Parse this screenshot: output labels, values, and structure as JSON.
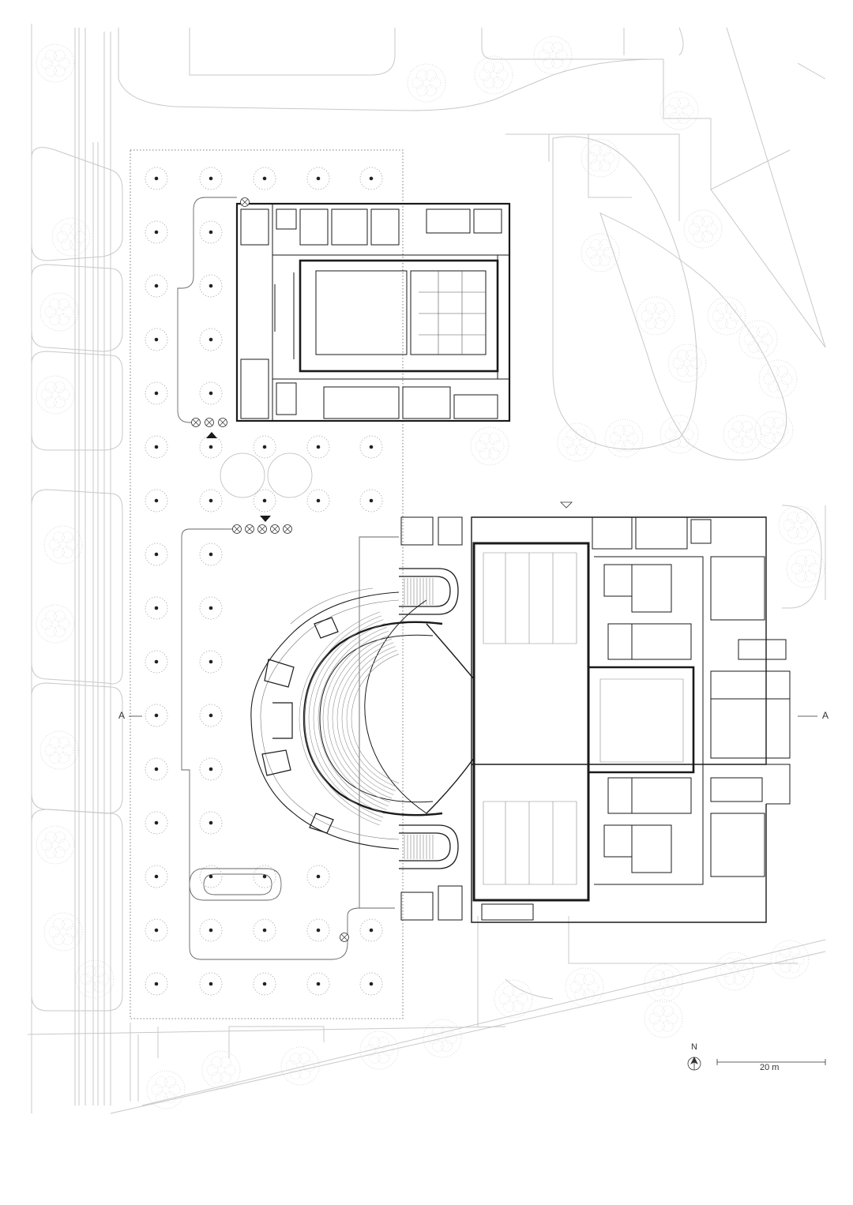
{
  "section_marker": {
    "left": "A",
    "right": "A"
  },
  "north_arrow": {
    "letter": "N"
  },
  "scale_bar": {
    "label": "20 m"
  },
  "colors": {
    "context": "#c8c8c8",
    "trees": "#cfcfcf",
    "walls": "#1a1a1a",
    "columns": "#222222",
    "background": "#ffffff"
  },
  "icons": [
    "north-arrow-icon",
    "entrance-arrow-icon",
    "revolving-door-icon",
    "tree-icon",
    "column-marker-icon"
  ]
}
